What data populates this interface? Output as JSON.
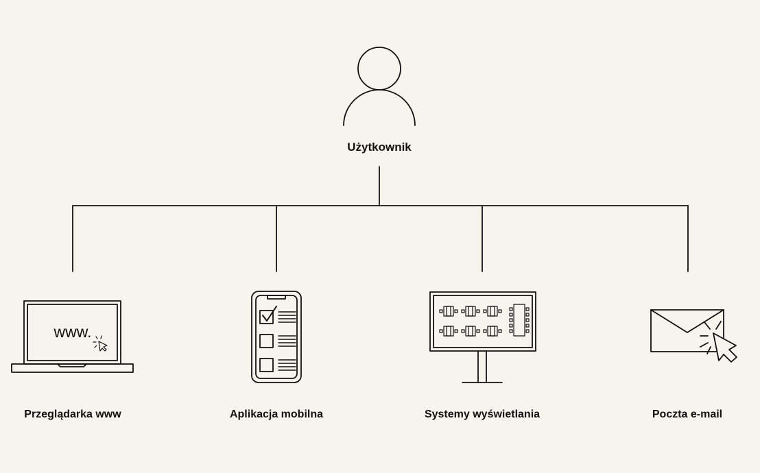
{
  "root": {
    "label": "Użytkownik",
    "icon": "user-icon"
  },
  "nodes": [
    {
      "label": "Przeglądarka www",
      "icon": "laptop-icon",
      "screen_text": "www."
    },
    {
      "label": "Aplikacja mobilna",
      "icon": "mobile-checklist-icon"
    },
    {
      "label": "Systemy wyświetlania",
      "icon": "display-monitor-icon"
    },
    {
      "label": "Poczta e-mail",
      "icon": "envelope-click-icon"
    }
  ],
  "colors": {
    "background": "#f5f4ef",
    "stroke": "#111111"
  }
}
